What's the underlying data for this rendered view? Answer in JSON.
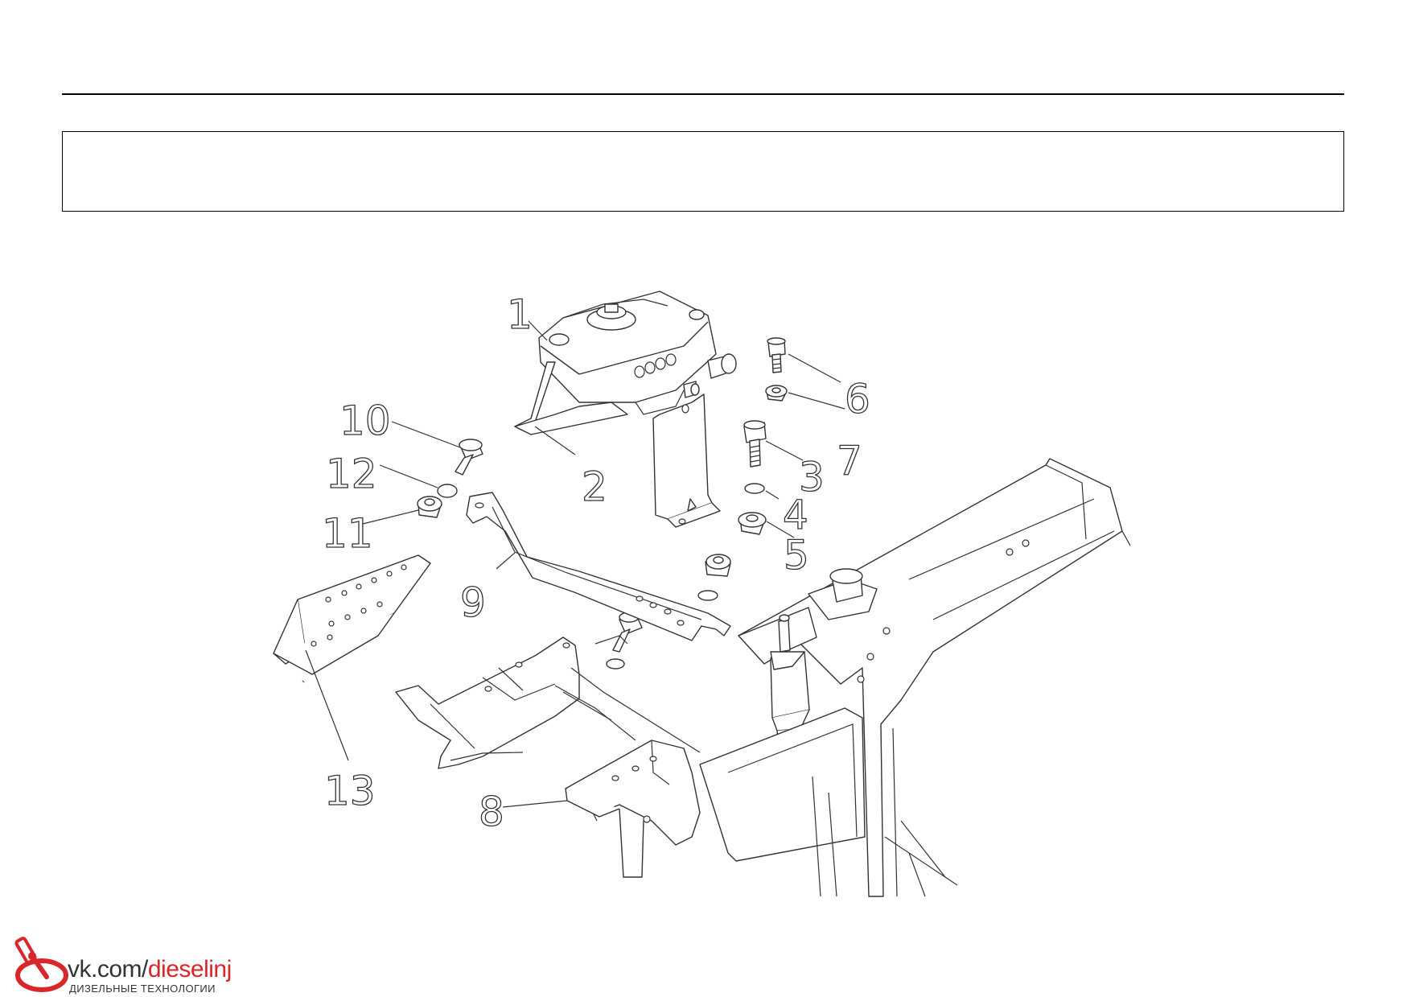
{
  "header": {
    "banner_text": ""
  },
  "diagram": {
    "callouts": [
      "1",
      "2",
      "3",
      "4",
      "5",
      "6",
      "7",
      "8",
      "9",
      "10",
      "11",
      "12",
      "13"
    ]
  },
  "logo": {
    "url_prefix": "vk.com/",
    "url_accent": "dieselinj",
    "subtitle": "ДИЗЕЛЬНЫЕ ТЕХНОЛОГИИ",
    "accent_color": "#d9262b",
    "icon": "injector-icon"
  }
}
